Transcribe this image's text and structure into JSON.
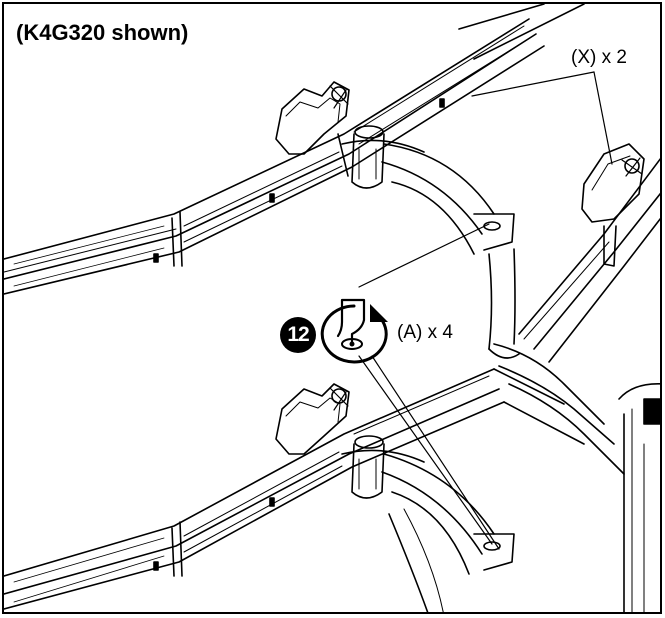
{
  "title": "(K4G320 shown)",
  "callouts": {
    "x_label": "(X) x 2",
    "a_label": "(A) x 4"
  },
  "step": {
    "number": "12"
  },
  "icons": [
    "screwdriver-turn-icon",
    "rotation-arrow-icon",
    "screw-head-icon"
  ],
  "colors": {
    "line": "#000000",
    "background": "#ffffff",
    "badge": "#000000",
    "badge_text": "#ffffff"
  }
}
